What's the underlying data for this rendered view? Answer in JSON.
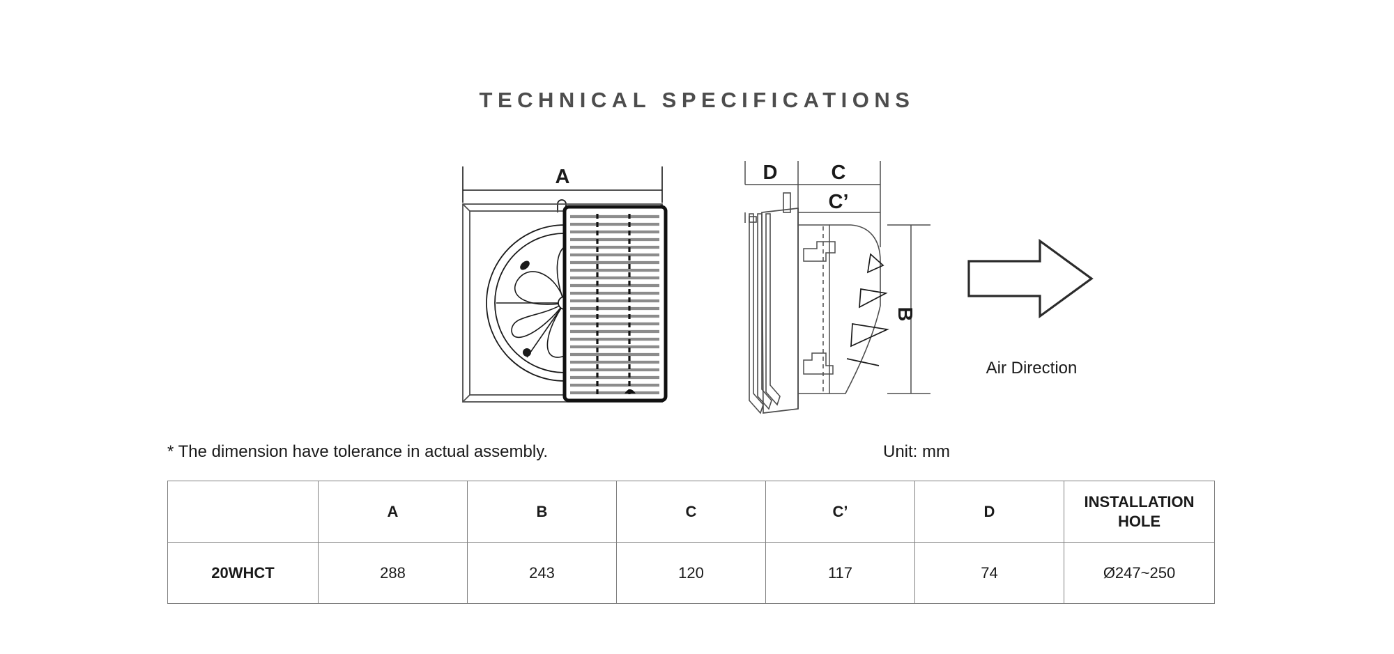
{
  "page": {
    "title": "TECHNICAL SPECIFICATIONS",
    "title_color": "#4d4d4d",
    "background_color": "#ffffff",
    "line_color": "#1a1a1a"
  },
  "diagram": {
    "front_view": {
      "name": "front-view-exhaust-fan",
      "dimension_label_a": "A",
      "description": "Square wall-mount exhaust fan front view with circular fan blades on left and horizontal louver shutter grille on right"
    },
    "side_view": {
      "name": "side-view-exhaust-fan",
      "dimension_label_d": "D",
      "dimension_label_c": "C",
      "dimension_label_c_prime": "C’",
      "dimension_label_b": "B",
      "description": "Side section view showing louver blades, body depth and mounting flange"
    },
    "air_direction": {
      "label": "Air Direction",
      "arrow_direction": "right"
    }
  },
  "notes": {
    "tolerance": "* The dimension have tolerance in actual assembly.",
    "unit": "Unit: mm"
  },
  "table": {
    "headers": [
      "",
      "A",
      "B",
      "C",
      "C’",
      "D",
      "INSTALLATION HOLE"
    ],
    "header_hole_line1": "INSTALLATION",
    "header_hole_line2": "HOLE",
    "rows": [
      {
        "model": "20WHCT",
        "a": "288",
        "b": "243",
        "c": "120",
        "c_prime": "117",
        "d": "74",
        "installation_hole": "Ø247~250"
      }
    ]
  }
}
